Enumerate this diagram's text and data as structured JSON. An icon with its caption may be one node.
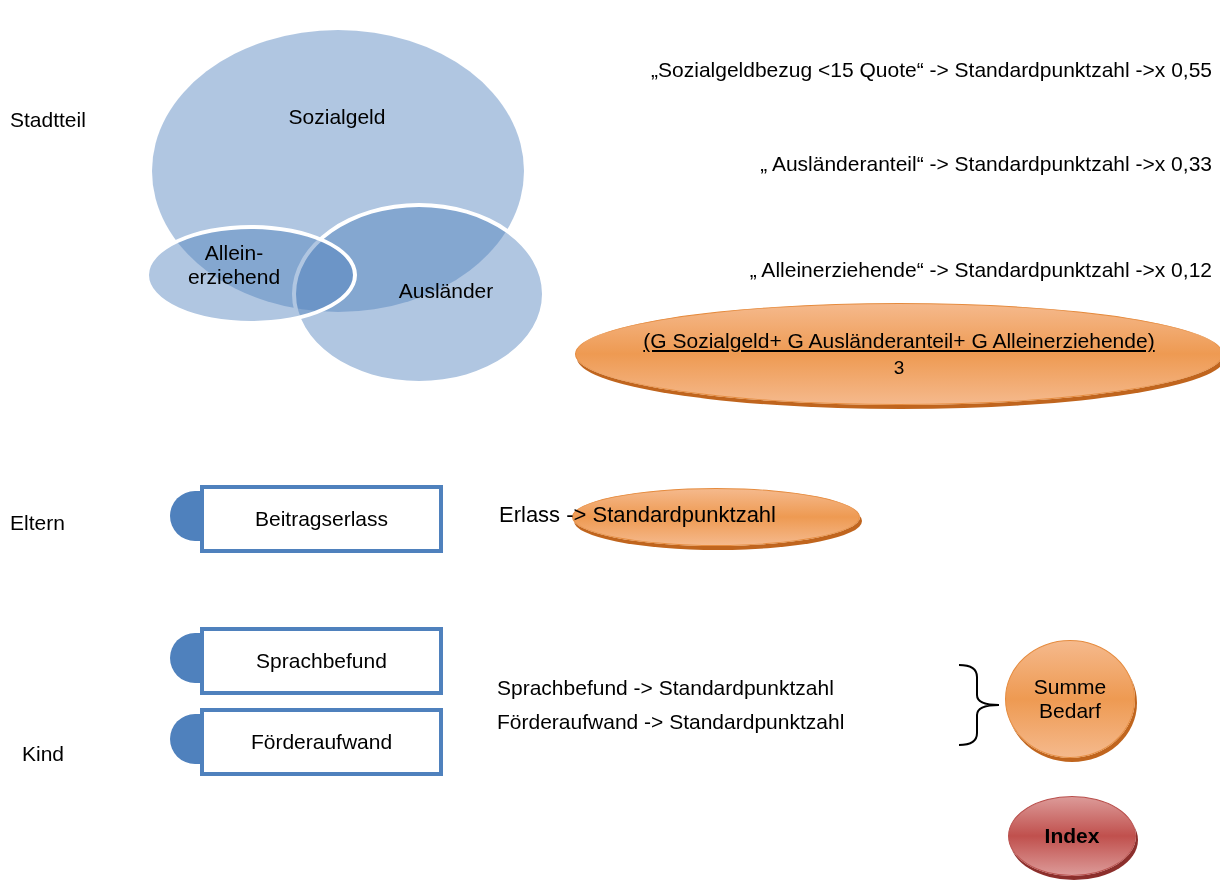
{
  "diagram": {
    "nodes": [
      {
        "text": [
          "Sozialgeld"
        ]
      },
      {
        "text": [
          "Allein- erziehend"
        ]
      },
      {
        "text": [
          "Ausländer"
        ]
      },
      {
        "text": [
          "(G Sozialgeld+ G Ausländeranteil+ G Alleinerziehende)",
          "3"
        ]
      },
      {
        "text": [
          "Beitragserlass"
        ]
      },
      {
        "text": [
          "Erlass -> Standardpunktzahl"
        ]
      },
      {
        "text": [
          "Sprachbefund"
        ]
      },
      {
        "text": [
          "Förderaufwand"
        ]
      },
      {
        "text": [
          "Summe Bedarf"
        ]
      },
      {
        "text": [
          "Index"
        ]
      }
    ],
    "labels": [
      "„Sozialgeldbezug <15 Quote“ -> Standardpunktzahl ->x 0,55",
      "Stadtteil",
      "„ Ausländeranteil“ -> Standardpunktzahl ->x 0,33",
      "„ Alleinerziehende“ -> Standardpunktzahl ->x 0,12",
      "Eltern",
      "Sprachbefund -> Standardpunktzahl",
      "Förderaufwand -> Standardpunktzahl",
      "Kind"
    ]
  }
}
